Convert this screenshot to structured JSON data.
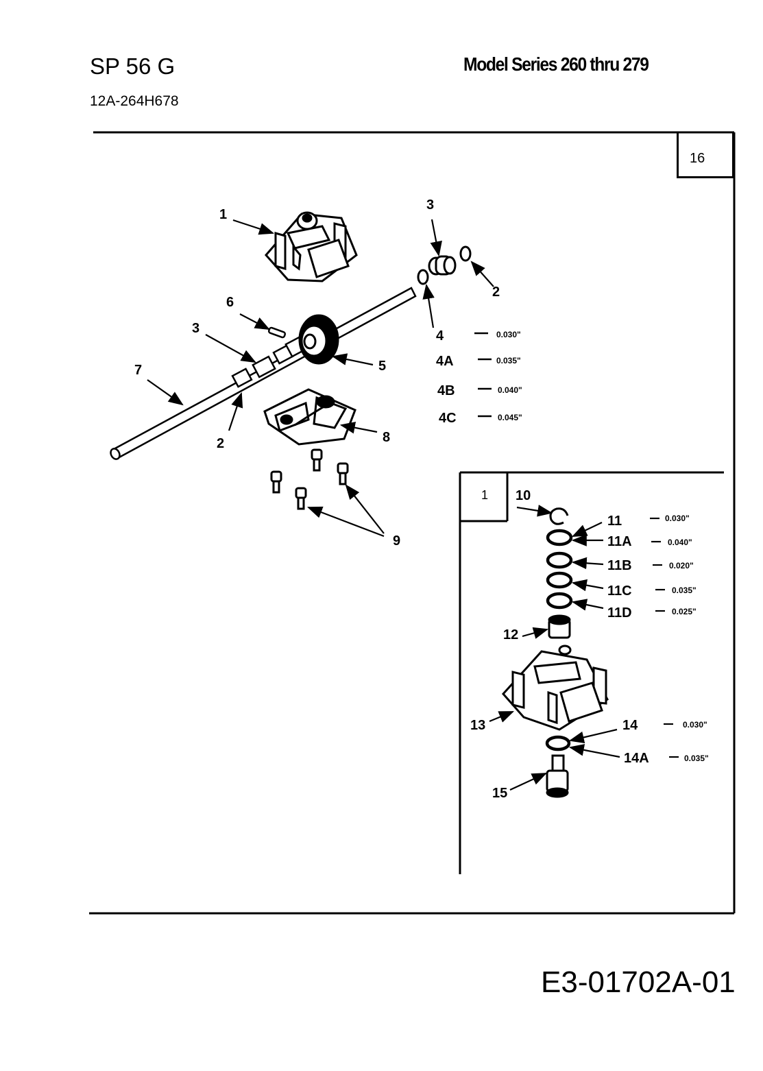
{
  "header": {
    "model_name": "SP 56 G",
    "model_number": "12A-264H678",
    "series_title": "Model Series 260 thru 279"
  },
  "page_number": "16",
  "footer": {
    "doc_code": "E3-01702A-01"
  },
  "inset": {
    "label": "1"
  },
  "callouts": {
    "c1": "1",
    "c2a": "2",
    "c2b": "2",
    "c3a": "3",
    "c3b": "3",
    "c4": "4",
    "c4A": "4A",
    "c4B": "4B",
    "c4C": "4C",
    "c5": "5",
    "c6": "6",
    "c7": "7",
    "c8": "8",
    "c9": "9",
    "c10": "10",
    "c11": "11",
    "c11A": "11A",
    "c11B": "11B",
    "c11C": "11C",
    "c11D": "11D",
    "c12": "12",
    "c13": "13",
    "c14": "14",
    "c14A": "14A",
    "c15": "15"
  },
  "shim_sizes": {
    "s4": "0.030\"",
    "s4A": "0.035\"",
    "s4B": "0.040\"",
    "s4C": "0.045\"",
    "s11": "0.030\"",
    "s11A": "0.040\"",
    "s11B": "0.020\"",
    "s11C": "0.035\"",
    "s11D": "0.025\"",
    "s14": "0.030\"",
    "s14A": "0.035\""
  }
}
